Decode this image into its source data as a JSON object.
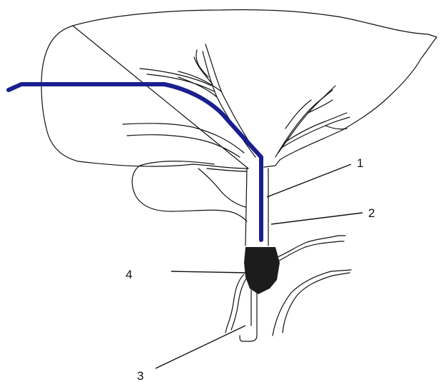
{
  "labels": {
    "l1": "1",
    "l2": "2",
    "l3": "3",
    "l4": "4"
  },
  "colors": {
    "catheter": "#1a1f8f",
    "outline": "#111111",
    "clot": "#1c1c1c"
  }
}
